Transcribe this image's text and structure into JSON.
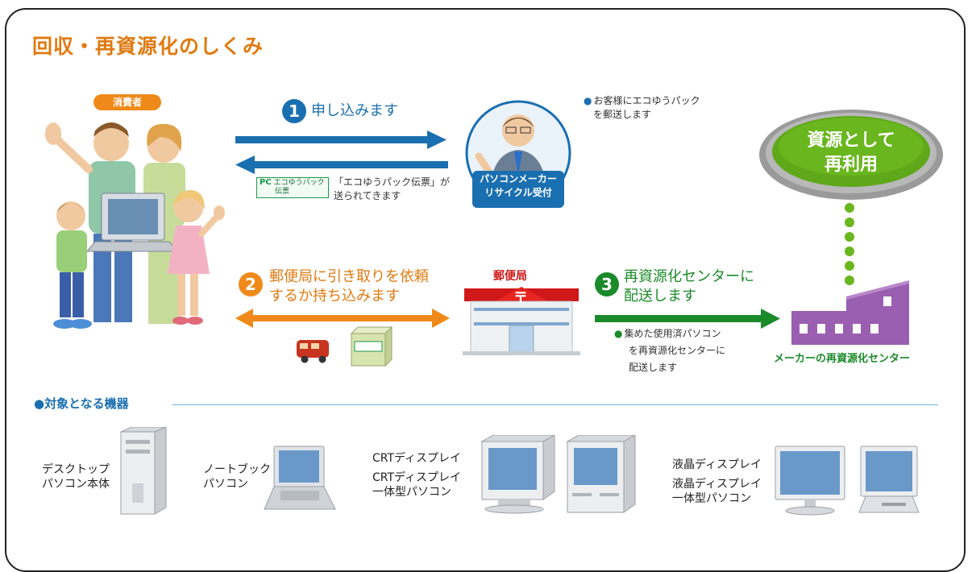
{
  "title": "回収・再資源化のしくみ",
  "consumer_label": "消費者",
  "step1": {
    "number": "1",
    "text": "申し込みます"
  },
  "blue_note": {
    "line1": "お客様にエコゆうパック",
    "line2": "を郵送します"
  },
  "maker_label": {
    "line1": "パソコンメーカー",
    "line2": "リサイクル受付"
  },
  "slip_label": {
    "mark": "PC",
    "line1": "エコゆうパック",
    "line2": "伝票"
  },
  "slip_note": {
    "line1": "「エコゆうパック伝票」が",
    "line2": "送られてきます"
  },
  "step2": {
    "number": "2",
    "line1": "郵便局に引き取りを依頼",
    "line2": "するか持ち込みます"
  },
  "post_office_label": "郵便局",
  "post_office_mark": "〒",
  "step3": {
    "number": "3",
    "line1": "再資源化センターに",
    "line2": "配送します"
  },
  "green_note": {
    "line1": "集めた使用済パソコン",
    "line2": "を再資源化センターに",
    "line3": "配送します"
  },
  "cloud": {
    "line1": "資源として",
    "line2": "再利用"
  },
  "center_label": "メーカーの再資源化センター",
  "devices_title": "●対象となる機器",
  "devices": {
    "desktop": {
      "line1": "デスクトップ",
      "line2": "パソコン本体"
    },
    "notebook": {
      "line1": "ノートブック",
      "line2": "パソコン"
    },
    "crt": {
      "line1": "CRTディスプレイ",
      "line2": "CRTディスプレイ",
      "line3": "一体型パソコン"
    },
    "lcd": {
      "line1": "液晶ディスプレイ",
      "line2": "液晶ディスプレイ",
      "line3": "一体型パソコン"
    }
  },
  "colors": {
    "blue": "#1a6fb0",
    "orange": "#e07a10",
    "green": "#1b8a2a",
    "cloud": "#6ab61e",
    "factory": "#9a5fb0"
  }
}
